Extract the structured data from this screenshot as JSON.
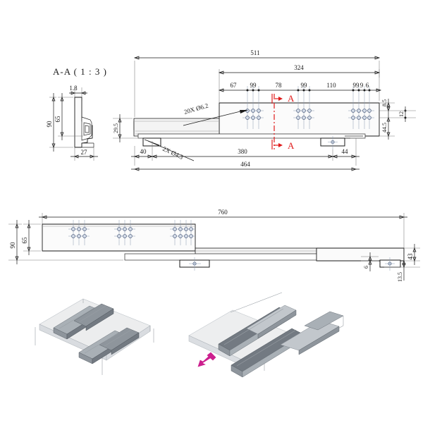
{
  "drawing": {
    "title": "Drawer slide technical drawing",
    "background_color": "#ffffff",
    "line_color": "#1a1a1a",
    "section_color": "#e01b1b",
    "hole_color": "#d4dce8",
    "arrow_color": "#cc1f8e"
  },
  "section_view": {
    "label": "A-A ( 1 : 3 )",
    "dims": {
      "thickness": "1.8",
      "inner_height": "65",
      "overall_height": "90",
      "depth": "27"
    }
  },
  "top_view": {
    "overall": "511",
    "inner_span": "324",
    "chain": [
      "67",
      "99",
      "78",
      "99",
      "110",
      "99",
      "9",
      "6"
    ],
    "left_vertical": "29.5",
    "right_vertical": [
      "8.5",
      "12",
      "44.5"
    ],
    "bottom_chain": [
      "40",
      "380",
      "44"
    ],
    "bottom_overall": "464",
    "callout_holes": "20X Ø6.2",
    "callout_screws": "2X Ø4.3",
    "section_marks": [
      "A",
      "A"
    ]
  },
  "middle_view": {
    "overall": "760",
    "left_vertical": [
      "90",
      "65"
    ],
    "right_vertical": [
      "43",
      "6",
      "13.5"
    ]
  },
  "iso_views": [
    {
      "name": "closed-assembly",
      "caption": ""
    },
    {
      "name": "extended-assembly",
      "caption": ""
    }
  ]
}
